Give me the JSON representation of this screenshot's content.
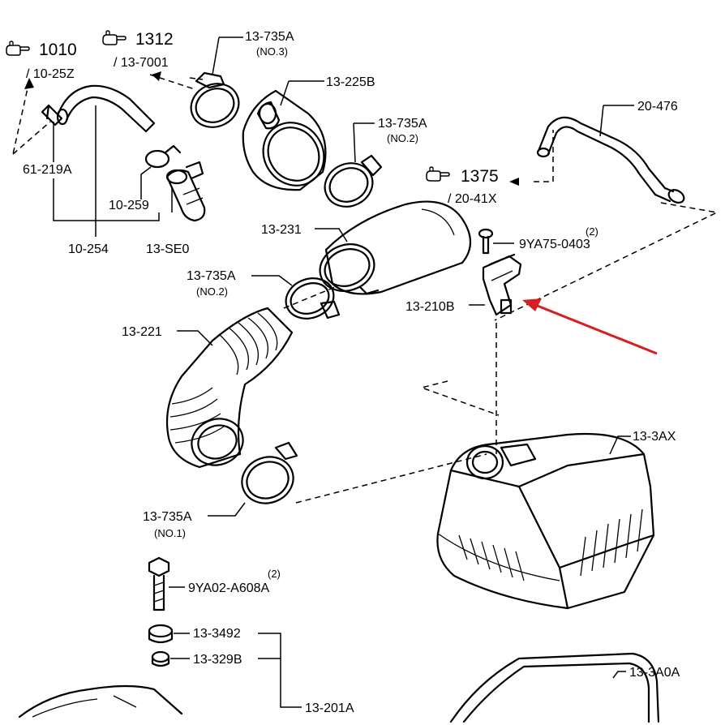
{
  "labels": {
    "ref_1010": "1010",
    "ref_1010_sub": "/ 10-25Z",
    "ref_1312": "1312",
    "ref_1312_sub": "/ 13-7001",
    "ref_1375": "1375",
    "ref_1375_sub": "/ 20-41X",
    "clamp_no3": "13-735A",
    "clamp_no3_note": "(NO.3)",
    "p_13_225B": "13-225B",
    "clamp_no2_top": "13-735A",
    "clamp_no2_top_note": "(NO.2)",
    "p_20_476": "20-476",
    "p_61_219A": "61-219A",
    "p_10_259": "10-259",
    "p_10_254": "10-254",
    "p_13_SE0": "13-SE0",
    "p_13_231": "13-231",
    "qty_9YA75": "(2)",
    "p_9YA75": "9YA75-0403",
    "clamp_no2_mid": "13-735A",
    "clamp_no2_mid_note": "(NO.2)",
    "p_13_210B": "13-210B",
    "p_13_221": "13-221",
    "p_13_3AX": "13-3AX",
    "clamp_no1": "13-735A",
    "clamp_no1_note": "(NO.1)",
    "qty_9YA02": "(2)",
    "p_9YA02": "9YA02-A608A",
    "p_13_3492": "13-3492",
    "p_13_329B": "13-329B",
    "p_13_201A": "13-201A",
    "p_13_3A0A": "13-3A0A"
  },
  "colors": {
    "line": "#000000",
    "highlight_arrow": "#d42020",
    "background": "#ffffff"
  },
  "icons": [
    "hand-pointer-icon"
  ]
}
